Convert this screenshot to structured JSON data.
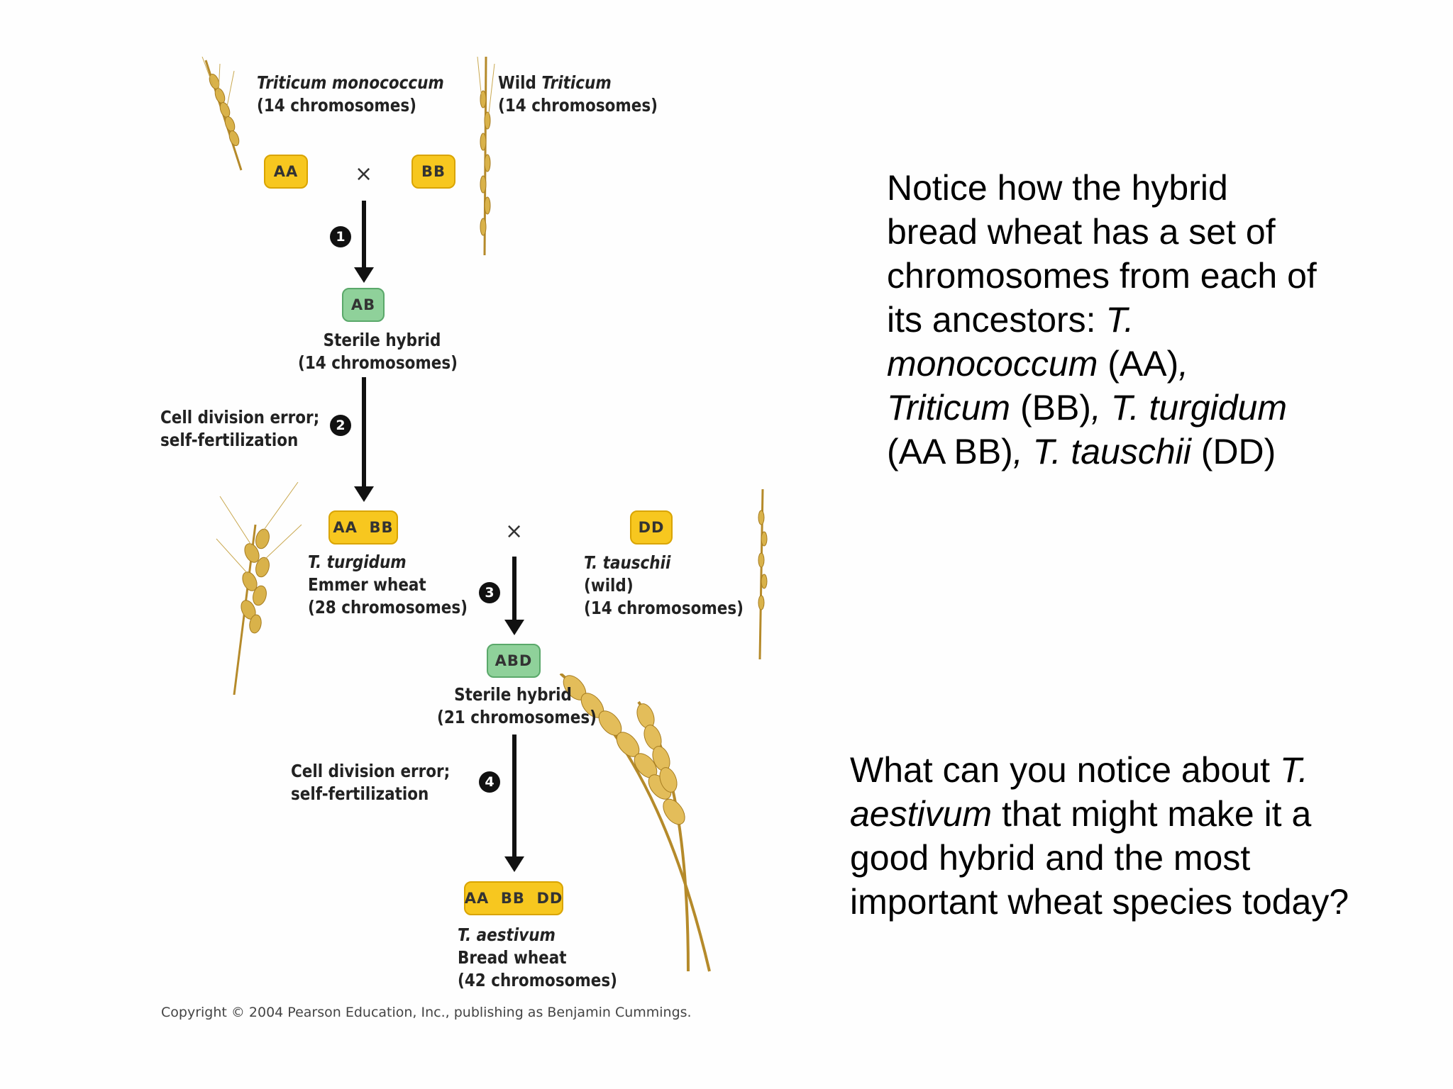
{
  "diagram": {
    "top_left": {
      "species": "Triticum monococcum",
      "chromosomes": "(14 chromosomes)",
      "genome": "AA"
    },
    "top_right": {
      "prefix": "Wild ",
      "species": "Triticum",
      "chromosomes": "(14 chromosomes)",
      "genome": "BB"
    },
    "cross_symbol": "×",
    "steps": [
      "1",
      "2",
      "3",
      "4"
    ],
    "hybrid1": {
      "genome": "AB",
      "name": "Sterile hybrid",
      "chromosomes": "(14 chromosomes)"
    },
    "error_label": {
      "line1": "Cell division error;",
      "line2": "self-fertilization"
    },
    "emmer": {
      "genome": "AA  BB",
      "species": "T. turgidum",
      "common": "Emmer wheat",
      "chromosomes": "(28 chromosomes)"
    },
    "tauschii": {
      "genome": "DD",
      "species": "T. tauschii",
      "common": "(wild)",
      "chromosomes": "(14 chromosomes)"
    },
    "hybrid2": {
      "genome": "ABD",
      "name": "Sterile hybrid",
      "chromosomes": "(21 chromosomes)"
    },
    "bread": {
      "genome": "AA  BB  DD",
      "species": "T. aestivum",
      "common": "Bread wheat",
      "chromosomes": "(42 chromosomes)"
    },
    "copyright": "Copyright © 2004 Pearson Education, Inc., publishing as Benjamin Cummings.",
    "colors": {
      "yellow_box": "#f7c71f",
      "green_box": "#8fd19a",
      "wheat": "#d9b24a"
    }
  },
  "text_block_1": {
    "line1": "Notice how the hybrid",
    "line2": "bread wheat has a set of",
    "line3": "chromosomes from each of",
    "line4_a": "its ancestors: ",
    "line4_b": "T.",
    "line5_a": "monococcum",
    "line5_b": " (AA)",
    "line5_c": ",",
    "line6_a": "Triticum",
    "line6_b": " (BB)",
    "line6_c": ", T. turgidum",
    "line7_a": "(AA BB)",
    "line7_b": ", T. tauschii",
    "line7_c": " (DD)"
  },
  "text_block_2": {
    "line1_a": "What can you notice about ",
    "line1_b": "T.",
    "line2_a": "aestivum",
    "line2_b": " that might make it a",
    "line3": "good hybrid and the most",
    "line4": "important wheat species today?"
  }
}
